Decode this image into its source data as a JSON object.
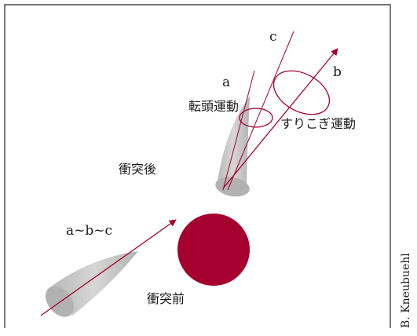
{
  "labels": {
    "axis_c": "c",
    "axis_a": "a",
    "axis_b": "b",
    "precession": "転頭運動",
    "nutation": "すりこぎ運動",
    "after_impact": "衝突後",
    "before_impact": "衝突前",
    "aligned_axes": "a~b~c",
    "credit": "B. Kneubuehl"
  },
  "colors": {
    "accent": "#a5002f",
    "bullet_fill": "#c8c8c8",
    "frame": "#222222"
  }
}
